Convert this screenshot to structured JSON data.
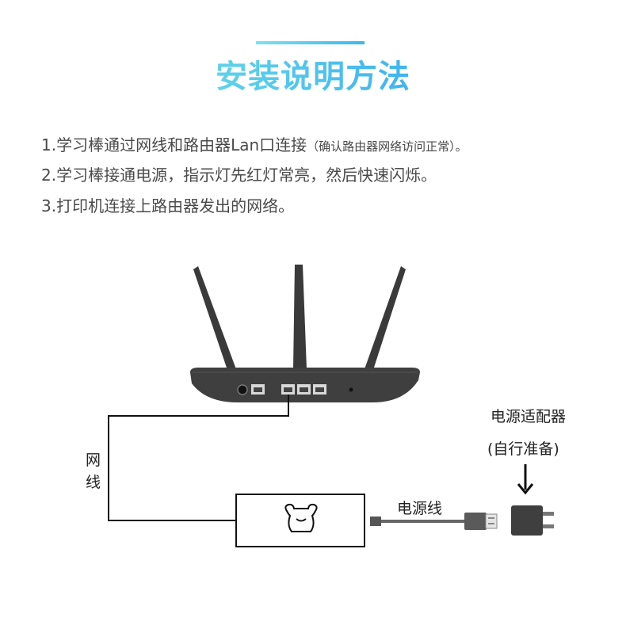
{
  "title": "安装说明方法",
  "steps": [
    {
      "text": "1.学习棒通过网线和路由器Lan口连接",
      "note": "（确认路由器网络访问正常）。"
    },
    {
      "text": "2.学习棒接通电源，指示灯先红灯常亮，然后快速闪烁。",
      "note": ""
    },
    {
      "text": "3.打印机连接上路由器发出的网络。",
      "note": ""
    }
  ],
  "diagram": {
    "cable_label_1": "网",
    "cable_label_2": "线",
    "power_cable_label": "电源线",
    "adapter_label": "电源适配器",
    "adapter_note": "(自行准备)"
  },
  "colors": {
    "title_gradient_start": "#6fe0e6",
    "title_gradient_end": "#2fa7f2",
    "device_dark": "#3d3d3d",
    "line": "#111111"
  }
}
